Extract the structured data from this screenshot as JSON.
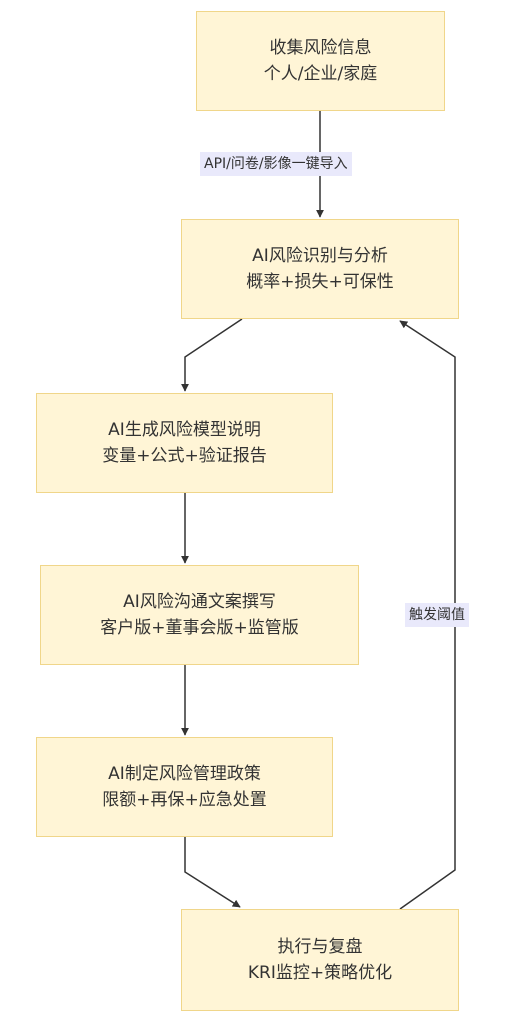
{
  "nodes": {
    "n1": {
      "line1": "收集风险信息",
      "line2": "个人/企业/家庭"
    },
    "n2": {
      "line1": "AI风险识别与分析",
      "line2": "概率+损失+可保性"
    },
    "n3": {
      "line1": "AI生成风险模型说明",
      "line2": "变量+公式+验证报告"
    },
    "n4": {
      "line1": "AI风险沟通文案撰写",
      "line2": "客户版+董事会版+监管版"
    },
    "n5": {
      "line1": "AI制定风险管理政策",
      "line2": "限额+再保+应急处置"
    },
    "n6": {
      "line1": "执行与复盘",
      "line2": "KRI监控+策略优化"
    }
  },
  "edges": {
    "e1": {
      "label": "API/问卷/影像一键导入"
    },
    "e_feedback": {
      "label": "触发阈值"
    }
  },
  "colors": {
    "node_fill": "#fff5d6",
    "node_border": "#f0d68a",
    "edge": "#333333",
    "label_bg": "#e9e9fb"
  }
}
